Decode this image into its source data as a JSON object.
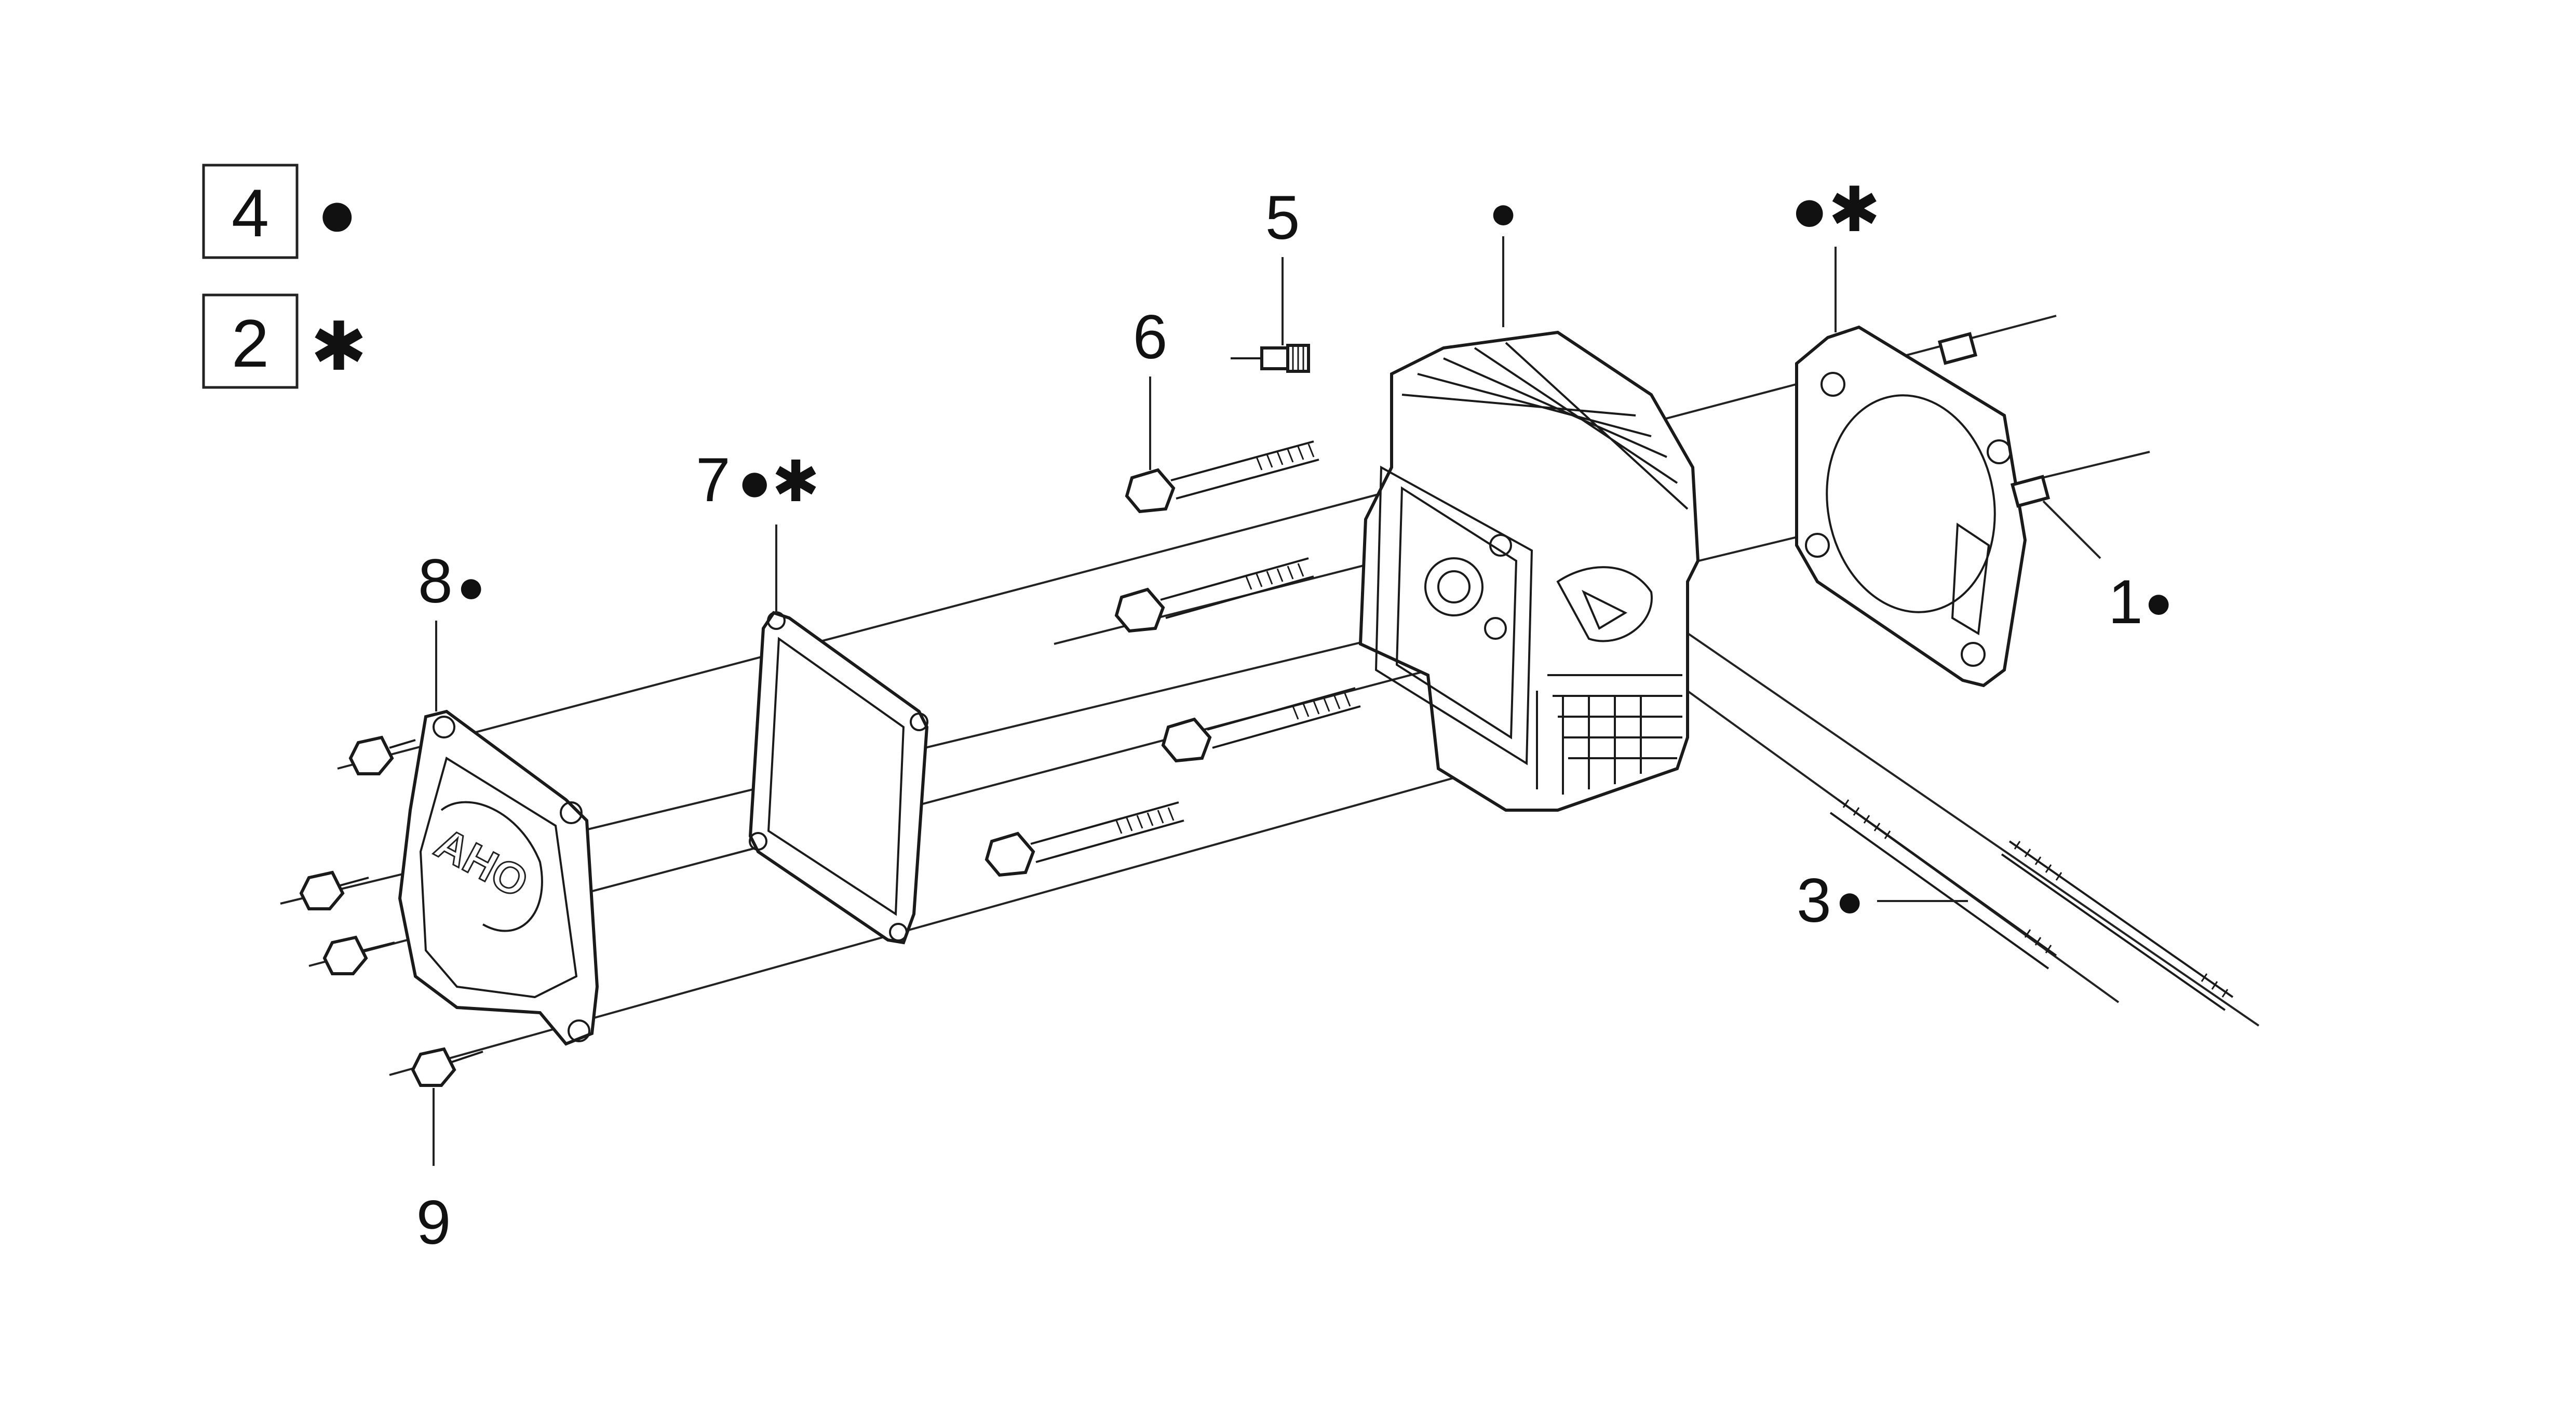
{
  "legend": [
    {
      "number": "4",
      "symbol": "●"
    },
    {
      "number": "2",
      "symbol": "✱"
    }
  ],
  "callouts": [
    {
      "id": "1",
      "number": "1",
      "symbol": "●"
    },
    {
      "id": "3",
      "number": "3",
      "symbol": "●"
    },
    {
      "id": "5",
      "number": "5",
      "symbol": ""
    },
    {
      "id": "6",
      "number": "6",
      "symbol": ""
    },
    {
      "id": "7",
      "number": "7",
      "symbol": "●✱"
    },
    {
      "id": "8",
      "number": "8",
      "symbol": "●"
    },
    {
      "id": "9",
      "number": "9",
      "symbol": ""
    },
    {
      "id": "head",
      "number": "",
      "symbol": "●"
    },
    {
      "id": "gasket",
      "number": "",
      "symbol": "●✱"
    }
  ],
  "cover_logo": "AHO"
}
